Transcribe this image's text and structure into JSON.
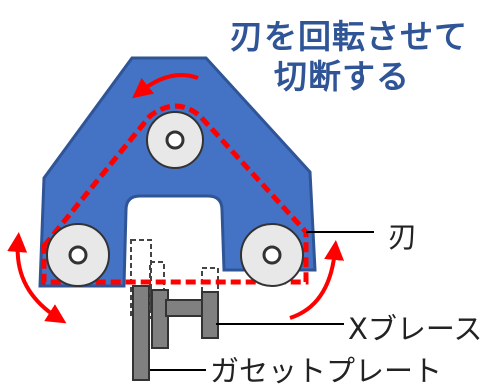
{
  "title": {
    "line1": "刃を回転させて",
    "line2": "切断する"
  },
  "labels": {
    "blade": "刃",
    "x_brace": "Xブレース",
    "gusset_plate": "ガセットプレート"
  },
  "colors": {
    "body_fill": "#4472c4",
    "body_stroke": "#2f5597",
    "blade_red": "#ff0000",
    "title_text": "#2f5597",
    "pulley_fill": "#e8e8e8",
    "steel_gray": "#808080"
  }
}
